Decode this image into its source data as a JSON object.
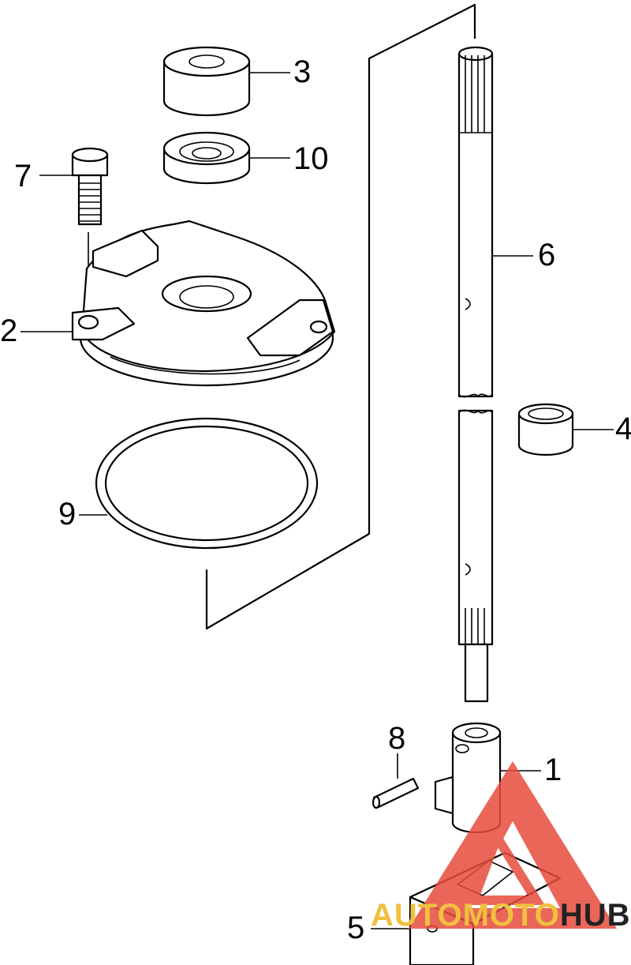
{
  "callouts": {
    "c1": "1",
    "c2": "2",
    "c3": "3",
    "c4": "4",
    "c5": "5",
    "c6": "6",
    "c7": "7",
    "c8": "8",
    "c9": "9",
    "c10": "10"
  },
  "watermark": {
    "part1": "AUTO",
    "part2": "MOTO",
    "part3": "HUB",
    "color_primary": "#e74c3c",
    "color_secondary": "#f0c040",
    "color_dark": "#222222"
  }
}
